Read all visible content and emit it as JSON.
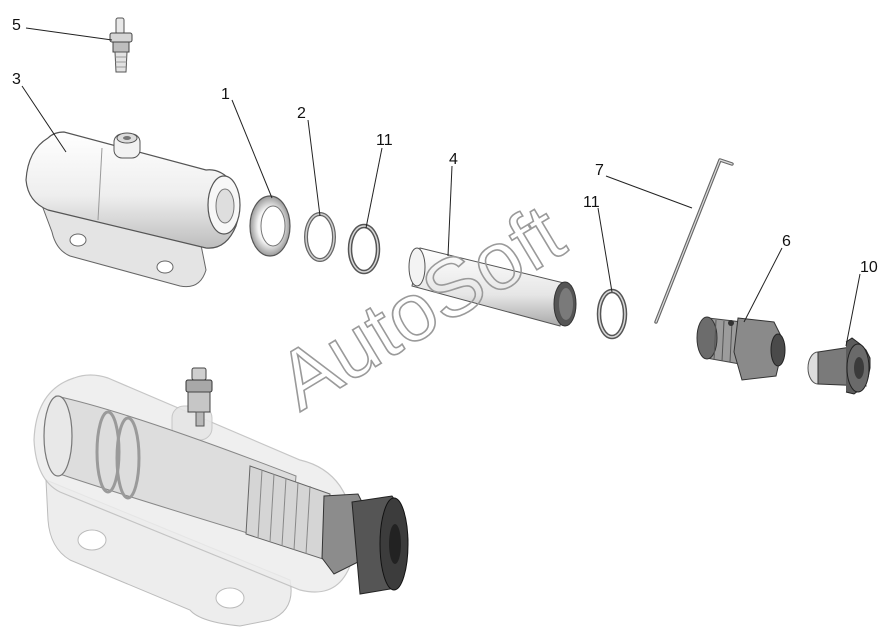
{
  "callouts": [
    {
      "id": "1",
      "label": "1"
    },
    {
      "id": "2",
      "label": "2"
    },
    {
      "id": "3",
      "label": "3"
    },
    {
      "id": "4",
      "label": "4"
    },
    {
      "id": "5",
      "label": "5"
    },
    {
      "id": "6",
      "label": "6"
    },
    {
      "id": "7",
      "label": "7"
    },
    {
      "id": "10",
      "label": "10"
    },
    {
      "id": "11a",
      "label": "11"
    },
    {
      "id": "11b",
      "label": "11"
    }
  ],
  "watermark": {
    "text": "AutoSoft"
  },
  "colors": {
    "part_fill": "#f2f2f2",
    "part_stroke": "#555555",
    "shadow": "#cfcfcf",
    "ghost": "#e9e9e9",
    "dark": "#333333"
  }
}
